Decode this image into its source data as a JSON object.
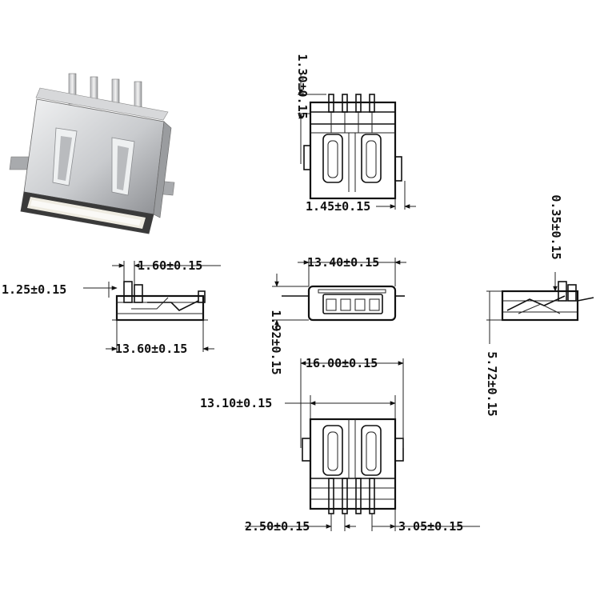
{
  "dimensions": {
    "top_vertical": "1.30±0.15",
    "top_horizontal": "1.45±0.15",
    "left_offset": "1.25±0.15",
    "left_top_width": "1.60±0.15",
    "left_bottom_width": "13.60±0.15",
    "front_width": "13.40±0.15",
    "front_height": "1.92±0.15",
    "right_top": "0.35±0.15",
    "right_height": "5.72±0.15",
    "bottom_outer_width": "16.00±0.15",
    "bottom_inner_width": "13.10±0.15",
    "pin_pitch": "2.50±0.15",
    "pin_edge": "3.05±0.15"
  },
  "colors": {
    "line": "#111111",
    "metal_light": "#d9dadc",
    "metal_dark": "#8c8e92",
    "insulator": "#efece2"
  }
}
